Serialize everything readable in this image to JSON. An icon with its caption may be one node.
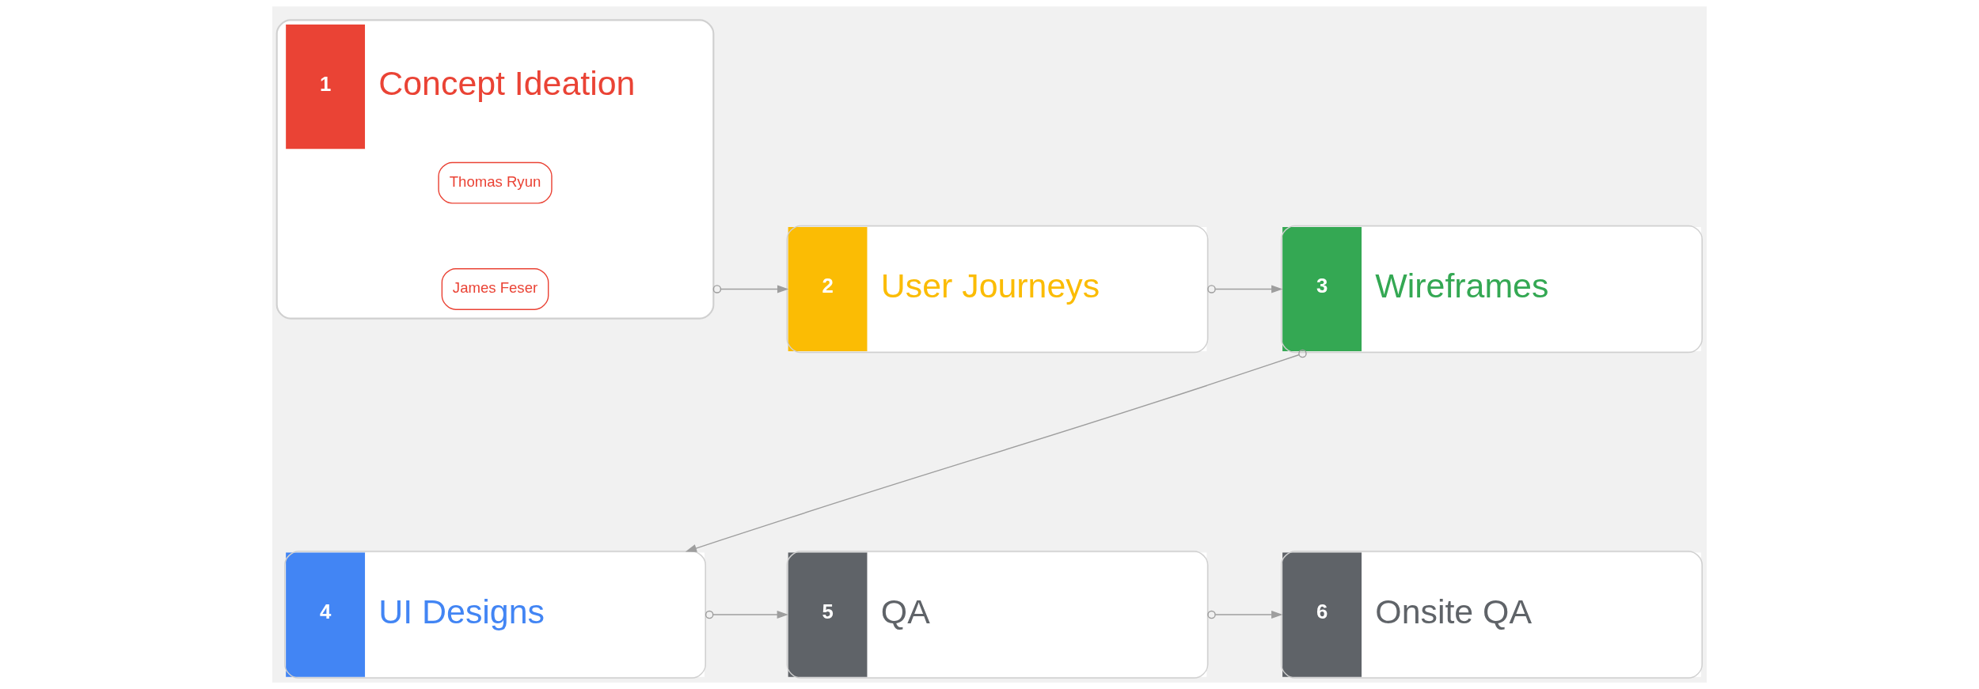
{
  "diagram": {
    "nodes": [
      {
        "text": [
          "1",
          "Concept Ideation"
        ]
      },
      {
        "text": [
          "Thomas Ryun"
        ],
        "in": 0
      },
      {
        "text": [
          "James Feser"
        ],
        "in": 0
      },
      {
        "text": [
          "2",
          "User Journeys"
        ]
      },
      {
        "text": [
          "3",
          "Wireframes"
        ]
      },
      {
        "text": [
          "4",
          "UI Designs"
        ]
      },
      {
        "text": [
          "5",
          "QA"
        ]
      },
      {
        "text": [
          "6",
          "Onsite QA"
        ]
      }
    ],
    "edges": [
      {
        "from": 0,
        "to": 3,
        "arrow": "to"
      },
      {
        "from": 3,
        "to": 4,
        "arrow": "to"
      },
      {
        "from": 4,
        "to": 5,
        "arrow": "to"
      },
      {
        "from": 5,
        "to": 6,
        "arrow": "to"
      },
      {
        "from": 6,
        "to": 7,
        "arrow": "to"
      }
    ]
  }
}
